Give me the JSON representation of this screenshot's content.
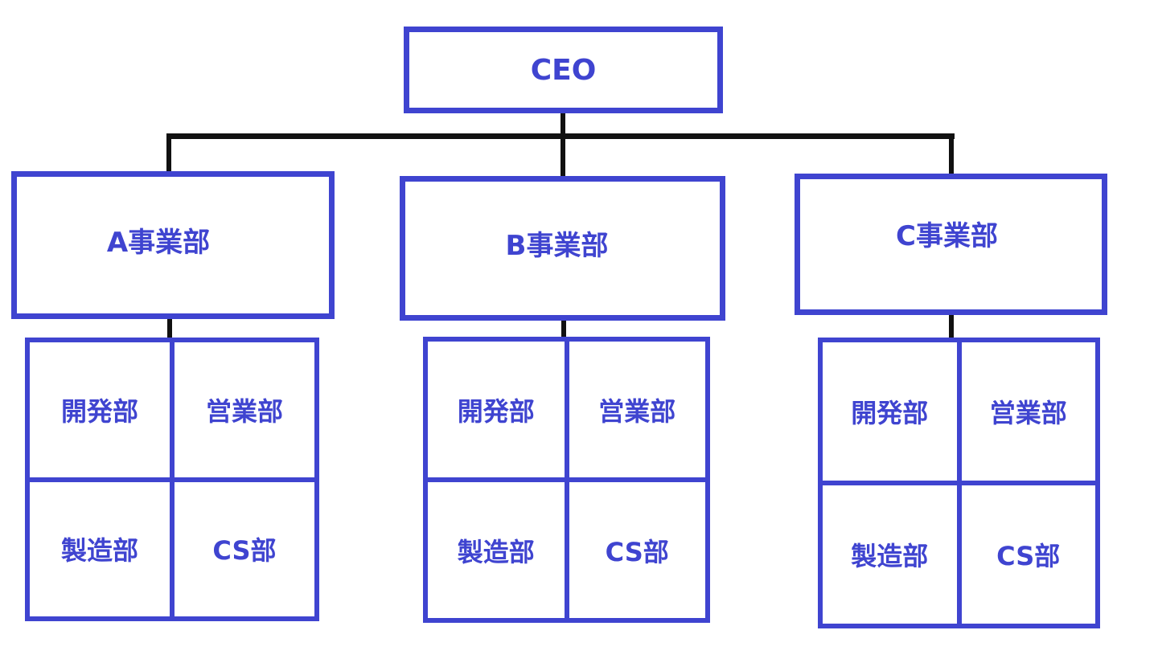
{
  "ceo": {
    "label": "CEO"
  },
  "divisions": [
    {
      "label": "A事業部",
      "departments": [
        "開発部",
        "営業部",
        "製造部",
        "CS部"
      ]
    },
    {
      "label": "B事業部",
      "departments": [
        "開発部",
        "営業部",
        "製造部",
        "CS部"
      ]
    },
    {
      "label": "C事業部",
      "departments": [
        "開発部",
        "営業部",
        "製造部",
        "CS部"
      ]
    }
  ],
  "colors": {
    "box_border": "#3f44d0",
    "text": "#3f44d0",
    "connector": "#111111"
  }
}
